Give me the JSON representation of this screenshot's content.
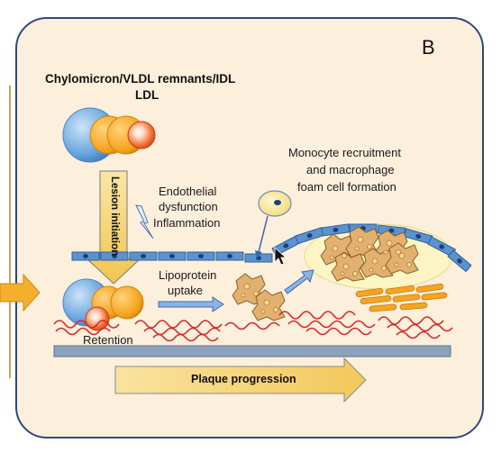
{
  "panel": {
    "letter": "B"
  },
  "labels": {
    "lipoproteins_line1": "Chylomicron/VLDL remnants/IDL",
    "lipoproteins_line2": "LDL",
    "lesion_initiation": "Lesion initiation",
    "endothelial_line1": "Endothelial",
    "endothelial_line2": "dysfunction",
    "endothelial_line3": "Inflammation",
    "monocyte_line1": "Monocyte recruitment",
    "monocyte_line2": "and macrophage",
    "monocyte_line3": "foam cell formation",
    "uptake_line1": "Lipoprotein",
    "uptake_line2": "uptake",
    "retention": "Retention",
    "plaque_progression": "Plaque progression"
  },
  "colors": {
    "panel_fill": "#fcefdc",
    "panel_border": "#2f4a7a",
    "lipoprotein_blue": "#5b9bd5",
    "lipoprotein_orange": "#f4a522",
    "lipoprotein_red": "#e04b20",
    "endothelium_blue": "#5b92d0",
    "nucleus": "#1f3f7a",
    "foam_cell": "#e2b070",
    "arrow_yellow": "#f7d36d",
    "collagen_red": "#d62828",
    "plaque_fill": "#fdf5c4",
    "membrane_gray": "#8da3bd"
  }
}
